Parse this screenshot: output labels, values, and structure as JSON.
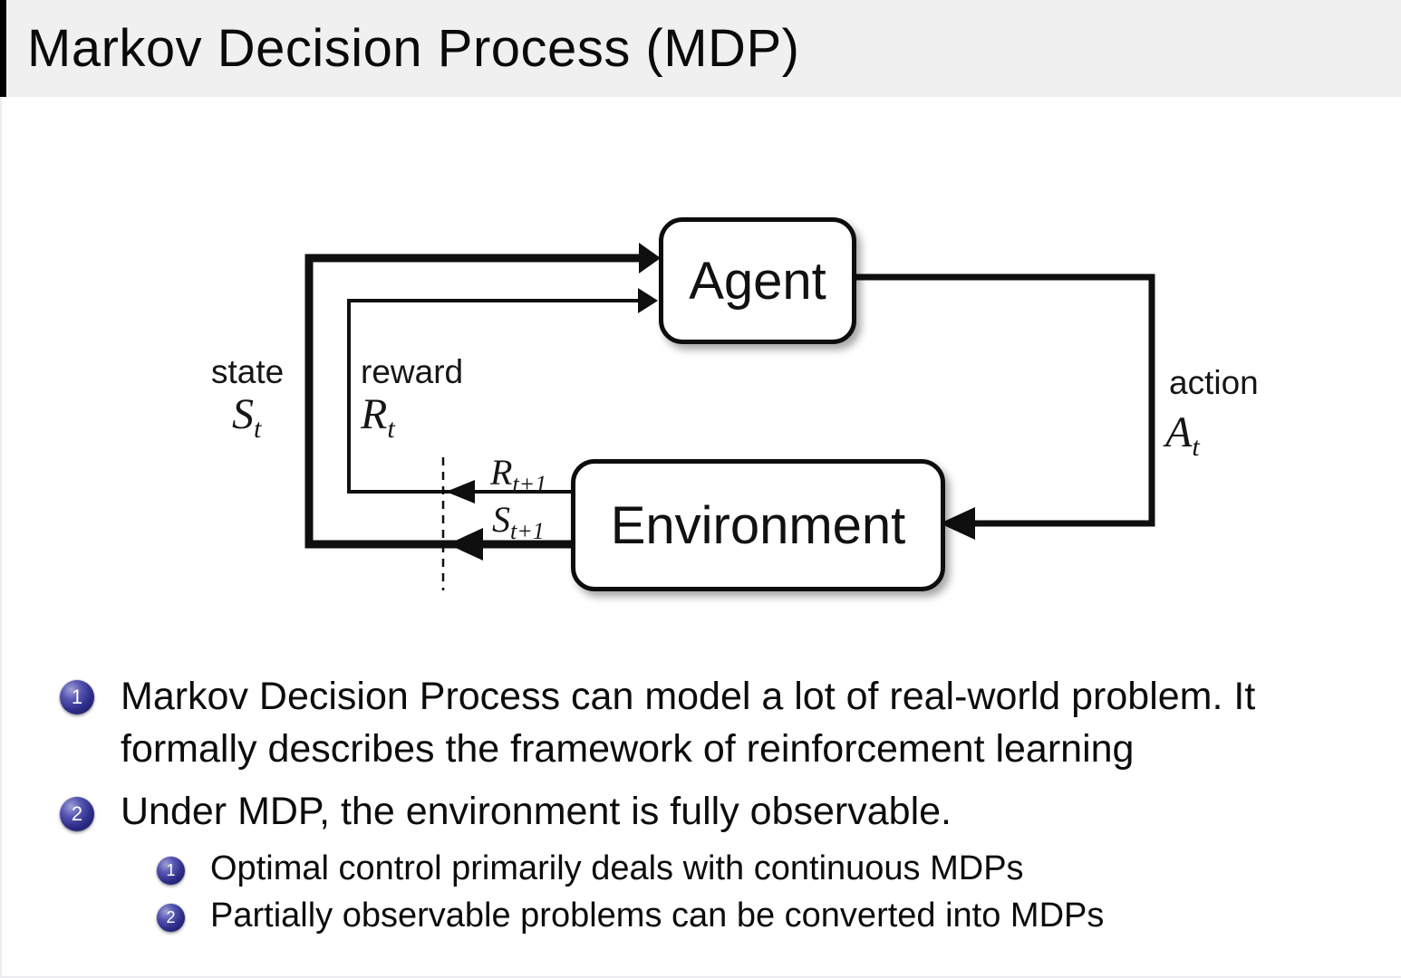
{
  "slide": {
    "title": "Markov Decision Process (MDP)"
  },
  "diagram": {
    "boxes": {
      "agent": "Agent",
      "environment": "Environment"
    },
    "labels": {
      "state_word": "state",
      "state_sym": {
        "base": "S",
        "sub": "t"
      },
      "reward_word": "reward",
      "reward_sym": {
        "base": "R",
        "sub": "t"
      },
      "action_word": "action",
      "action_sym": {
        "base": "A",
        "sub": "t"
      },
      "next_reward_sym": {
        "base": "R",
        "sub": "t+1"
      },
      "next_state_sym": {
        "base": "S",
        "sub": "t+1"
      }
    }
  },
  "bullets": [
    {
      "number": "1",
      "lines": [
        "Markov Decision Process can model a lot of real-world problem. It",
        "formally describes the framework of reinforcement learning"
      ]
    },
    {
      "number": "2",
      "lines": [
        "Under MDP, the environment is fully observable."
      ],
      "subitems": [
        {
          "number": "1",
          "text": "Optimal control primarily deals with continuous MDPs"
        },
        {
          "number": "2",
          "text": "Partially observable problems can be converted into MDPs"
        }
      ]
    }
  ],
  "colors": {
    "title_bg": "#f0f0f1",
    "badge_navy": "#2c2c88",
    "line_black": "#0f0f0f"
  }
}
